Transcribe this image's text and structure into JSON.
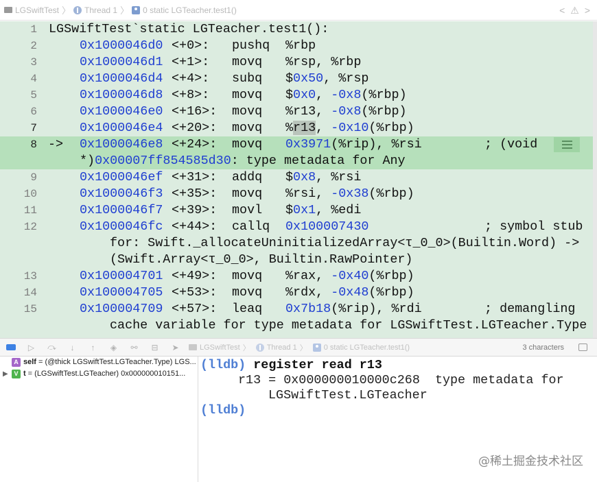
{
  "jumpbar": {
    "project": "LGSwiftTest",
    "thread": "Thread 1",
    "frame": "0 static LGTeacher.test1()",
    "nav_prev": "<",
    "nav_warn": "⚠",
    "nav_next": ">"
  },
  "code_lines": [
    {
      "n": "1",
      "text": "LGSwiftTest`static LGTeacher.test1():"
    },
    {
      "n": "2",
      "addr": "0x1000046d0",
      "off": "<+0>:",
      "op": "pushq",
      "args": "%rbp"
    },
    {
      "n": "3",
      "addr": "0x1000046d1",
      "off": "<+1>:",
      "op": "movq",
      "args": "%rsp, %rbp"
    },
    {
      "n": "4",
      "addr": "0x1000046d4",
      "off": "<+4>:",
      "op": "subq",
      "args": "$0x50, %rsp"
    },
    {
      "n": "5",
      "addr": "0x1000046d8",
      "off": "<+8>:",
      "op": "movq",
      "args": "$0x0, -0x8(%rbp)"
    },
    {
      "n": "6",
      "addr": "0x1000046e0",
      "off": "<+16>:",
      "op": "movq",
      "args": "%r13, -0x8(%rbp)"
    },
    {
      "n": "7",
      "addr": "0x1000046e4",
      "off": "<+20>:",
      "op": "movq",
      "args": "%r13, -0x10(%rbp)"
    },
    {
      "n": "8",
      "addr": "0x1000046e8",
      "off": "<+24>:",
      "op": "movq",
      "args": "0x3971(%rip), %rsi",
      "comment": "; (void",
      "cont": "*)0x00007ff854585d30: type metadata for Any",
      "arrow": "->"
    },
    {
      "n": "9",
      "addr": "0x1000046ef",
      "off": "<+31>:",
      "op": "addq",
      "args": "$0x8, %rsi"
    },
    {
      "n": "10",
      "addr": "0x1000046f3",
      "off": "<+35>:",
      "op": "movq",
      "args": "%rsi, -0x38(%rbp)"
    },
    {
      "n": "11",
      "addr": "0x1000046f7",
      "off": "<+39>:",
      "op": "movl",
      "args": "$0x1, %edi"
    },
    {
      "n": "12",
      "addr": "0x1000046fc",
      "off": "<+44>:",
      "op": "callq",
      "args": "0x100007430",
      "comment": "; symbol stub",
      "cont": "for: Swift._allocateUninitializedArray<τ_0_0>(Builtin.Word) ->",
      "cont2": "(Swift.Array<τ_0_0>, Builtin.RawPointer)"
    },
    {
      "n": "13",
      "addr": "0x100004701",
      "off": "<+49>:",
      "op": "movq",
      "args": "%rax, -0x40(%rbp)"
    },
    {
      "n": "14",
      "addr": "0x100004705",
      "off": "<+53>:",
      "op": "movq",
      "args": "%rdx, -0x48(%rbp)"
    },
    {
      "n": "15",
      "addr": "0x100004709",
      "off": "<+57>:",
      "op": "leaq",
      "args": "0x7b18(%rip), %rdi",
      "comment": "; demangling",
      "cont": "cache variable for type metadata for LGSwiftTest.LGTeacher.Type"
    }
  ],
  "debugbar": {
    "project": "LGSwiftTest",
    "thread": "Thread 1",
    "frame": "0 static LGTeacher.test1()",
    "chars": "3 characters"
  },
  "variables": [
    {
      "badge": "A",
      "name": "self",
      "value": "= (@thick LGSwiftTest.LGTeacher.Type) LGS..."
    },
    {
      "badge": "V",
      "name": "t",
      "value": "= (LGSwiftTest.LGTeacher) 0x000000010151..."
    }
  ],
  "console": {
    "prompt": "(lldb)",
    "command": "register read r13",
    "output1": "r13 = 0x000000010000c268  type metadata for",
    "output2": "LGSwiftTest.LGTeacher"
  },
  "watermark": "@稀土掘金技术社区",
  "colors": {
    "code_bg": "#dcece0",
    "pc_line": "#b6e0bb",
    "hex_blue": "#1f3ed1",
    "prompt_blue": "#4f7fd4"
  }
}
